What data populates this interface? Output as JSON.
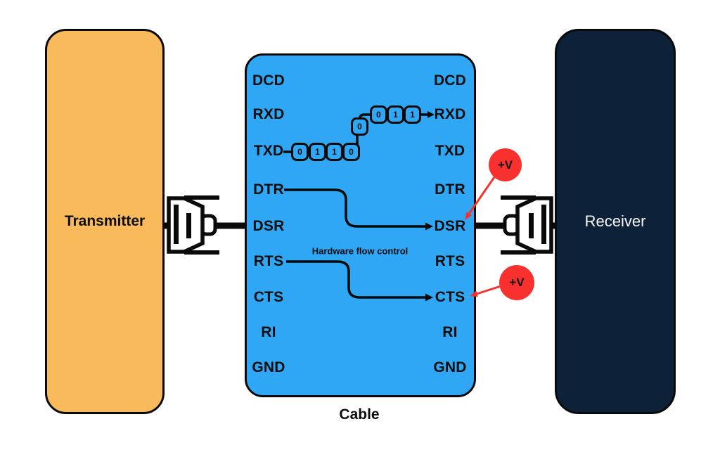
{
  "diagram": {
    "transmitter": {
      "label": "Transmitter",
      "color": "#f9ba5b"
    },
    "receiver": {
      "label": "Receiver",
      "color": "#0d2138"
    },
    "cable": {
      "caption": "Cable",
      "color": "#2fa7f5",
      "pins_left": [
        "DCD",
        "RXD",
        "TXD",
        "DTR",
        "DSR",
        "RTS",
        "CTS",
        "RI",
        "GND"
      ],
      "pins_right": [
        "DCD",
        "RXD",
        "TXD",
        "DTR",
        "DSR",
        "RTS",
        "CTS",
        "RI",
        "GND"
      ]
    },
    "data_bits": {
      "txd_row": [
        "0",
        "1",
        "1",
        "0"
      ],
      "transit_bit": "0",
      "rxd_row": [
        "0",
        "1",
        "1"
      ]
    },
    "flow_control_label": "Hardware flow control",
    "voltage_badge": "+V",
    "voltage_color": "#f8312e",
    "connections": [
      {
        "from": "TXD",
        "to": "RXD",
        "note": "bit stream 0110"
      },
      {
        "from": "DTR",
        "to": "DSR"
      },
      {
        "from": "RTS",
        "to": "CTS",
        "note": "Hardware flow control"
      },
      {
        "from": "+V",
        "to": "DSR"
      },
      {
        "from": "+V",
        "to": "CTS"
      }
    ]
  }
}
